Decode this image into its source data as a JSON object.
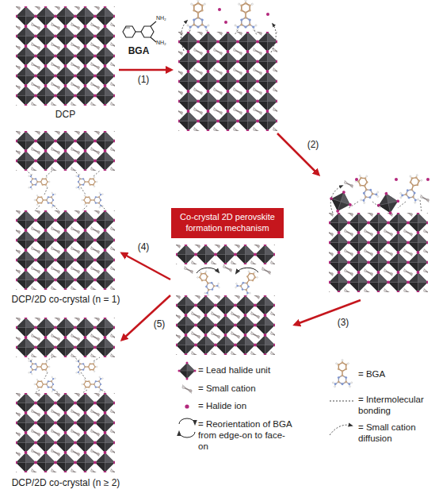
{
  "diagram": {
    "nodes": [
      {
        "text": [
          "Co-crystal 2D perovskite formation mechanism"
        ]
      }
    ],
    "labels": [
      "BGA",
      "NH₂",
      "NH₂",
      "DCP",
      "(1)",
      "(2)",
      "(3)",
      "(4)",
      "(5)",
      "DCP/2D co-crystal (n = 1)",
      "DCP/2D co-crystal (n ≥ 2)"
    ],
    "legend": [
      {
        "text": "= Lead halide unit"
      },
      {
        "text": "= Small cation"
      },
      {
        "text": "= Halide ion"
      },
      {
        "text": "= Reorientation of BGA from edge-on to face-on"
      },
      {
        "text": "= BGA"
      },
      {
        "text": "= Intermolecular bonding"
      },
      {
        "text": "= Small cation diffusion"
      }
    ]
  }
}
